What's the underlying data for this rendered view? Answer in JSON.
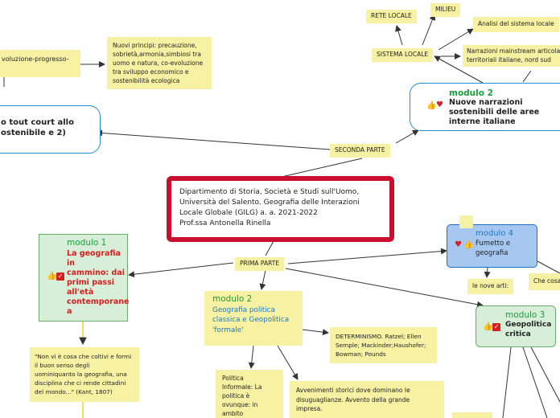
{
  "central": {
    "lines": [
      "Dipartimento di Storia, Società e Studi sull'Uomo,",
      "Università del Salento.  Geografia delle Interazioni",
      "Locale Globale (GILG) a. a. 2021-2022",
      "Prof.ssa Antonella Rinella"
    ]
  },
  "labels": {
    "seconda_parte": "SECONDA PARTE",
    "prima_parte": "PRIMA PARTE",
    "rete_locale": "RETE LOCALE",
    "milieu": "MILIEU",
    "sistema_locale": "SISTEMA LOCALE",
    "analisi": "Analisi del sistema locale",
    "narrazioni_mainstream": "Narrazioni mainstream articolate",
    "territoriali": "territoriali italiane, nord sud",
    "evoluzione": "voluzione-progresso-",
    "le_nove_arti": "le nove arti:",
    "che_cosa": "Che cosa"
  },
  "nuovi_principi": {
    "lines": [
      "Nuovi principi: precauzione,",
      "sobrietà,armonia,simbiosi tra",
      "uomo e natura, co-evoluzione",
      "tra sviluppo economico e",
      "sostenibilità ecologica"
    ]
  },
  "left_partial": {
    "lines": [
      "o tout court allo",
      "ostenibile e 2)"
    ]
  },
  "modulo2_right": {
    "title": "modulo 2",
    "lines": [
      "Nuove narrazioni",
      "sostenibili delle aree",
      "interne italiane"
    ]
  },
  "modulo4": {
    "title": "modulo 4",
    "lines": [
      "Fumetto e",
      "geografia"
    ]
  },
  "modulo1": {
    "title": "modulo 1",
    "lines": [
      "La geografia in",
      "cammino: dai",
      "primi passi",
      "all'età",
      "contemporane",
      "a"
    ]
  },
  "modulo2_left": {
    "title": "modulo 2",
    "lines": [
      "Geografia politica",
      "classica e Geopolitica",
      "'formale'"
    ]
  },
  "modulo3": {
    "title": "modulo 3",
    "lines": [
      "Geopolitica",
      "critica"
    ]
  },
  "determinismo": {
    "lines": [
      "DETERMINISMO. Ratzel; Ellen",
      "Semple; Mackinder;Haushofer;",
      "Bowman; Pounds"
    ]
  },
  "politica_informale": {
    "lines": [
      "Politica",
      "Informale: La",
      "politica è",
      "ovunque: in",
      "ambito"
    ]
  },
  "avvenimenti": {
    "lines": [
      "Avvenimenti storici dove dominano le",
      "disuguaglianze. Avvento della grande",
      "impresa."
    ]
  },
  "quote": {
    "lines": [
      "\"Non vi è cosa che coltivi e formi",
      "il buon senso degli",
      "uominiquanto la geografia, una",
      "disciplina che ci rende cittadini",
      "del mondo...\"  (Kant, 1807)"
    ]
  },
  "colors": {
    "central_border": "#c8102e",
    "node_yellow": "#f7f2a3",
    "module_green_bg": "#d7efd9",
    "module_blue_bg": "#a6c8f0",
    "title_green": "#1a9e3a",
    "text_red": "#d42020",
    "text_blue": "#1b78c6"
  },
  "icons": [
    "thumbs-up-icon",
    "heart-icon",
    "checkbox-icon"
  ]
}
